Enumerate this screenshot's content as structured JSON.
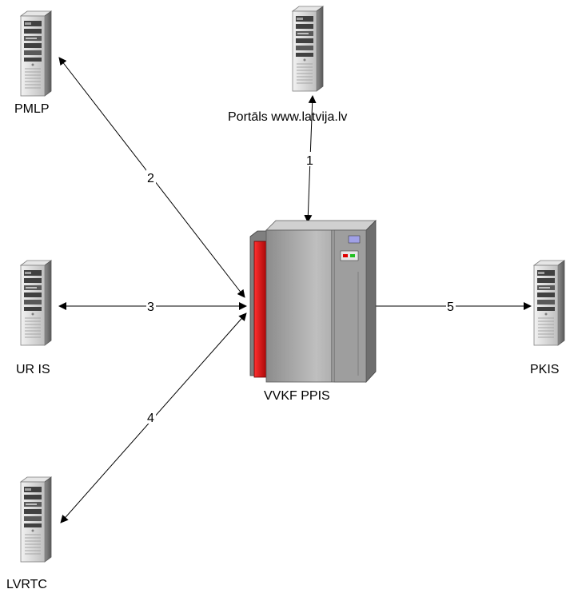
{
  "nodes": {
    "pmlp": {
      "label": "PMLP"
    },
    "portals": {
      "label": "Portāls www.latvija.lv"
    },
    "uris": {
      "label": "UR IS"
    },
    "lvrtc": {
      "label": "LVRTC"
    },
    "pkis": {
      "label": "PKIS"
    },
    "vvkf": {
      "label": "VVKF PPIS"
    }
  },
  "edges": [
    {
      "id": "e1",
      "label": "1",
      "from": "vvkf",
      "to": "portals",
      "arrows": "both"
    },
    {
      "id": "e2",
      "label": "2",
      "from": "vvkf",
      "to": "pmlp",
      "arrows": "both"
    },
    {
      "id": "e3",
      "label": "3",
      "from": "vvkf",
      "to": "uris",
      "arrows": "both"
    },
    {
      "id": "e4",
      "label": "4",
      "from": "vvkf",
      "to": "lvrtc",
      "arrows": "both"
    },
    {
      "id": "e5",
      "label": "5",
      "from": "vvkf",
      "to": "pkis",
      "arrows": "end"
    }
  ],
  "colors": {
    "server_light": "#d9d9d9",
    "server_dark": "#7f7f7f",
    "mainframe_red": "#e00000",
    "mainframe_grey": "#a6a6a6",
    "line": "#000000"
  }
}
